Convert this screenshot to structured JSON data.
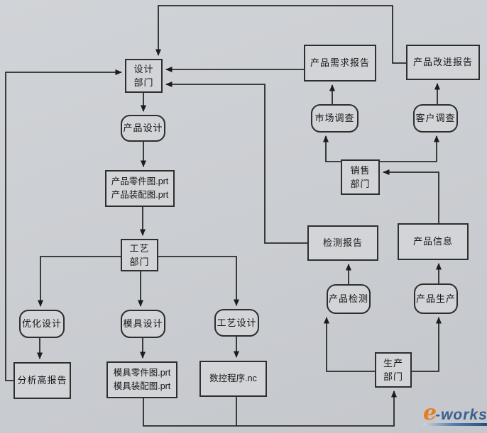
{
  "diagram": {
    "title_hint": "PDM/CAD product development flow diagram (scanned)",
    "accent_colors": {
      "line": "#2e2e2e",
      "background": "#cbced2",
      "logo_orange": "#e87d1e",
      "logo_blue": "#3c5f8f"
    },
    "nodes": {
      "design_dept": {
        "line1": "设计",
        "line2": "部门"
      },
      "product_design": {
        "label": "产品设计"
      },
      "product_drawings": {
        "line1": "产品零件图.prt",
        "line2": "产品装配图.prt"
      },
      "process_dept": {
        "line1": "工艺",
        "line2": "部门"
      },
      "optimize_design": {
        "label": "优化设计"
      },
      "mold_design": {
        "label": "模具设计"
      },
      "process_design": {
        "label": "工艺设计"
      },
      "analysis_report": {
        "label": "分析高报告"
      },
      "mold_drawings": {
        "line1": "模具零件图.prt",
        "line2": "模具装配图.prt"
      },
      "nc_program": {
        "label": "数控程序.nc"
      },
      "requirement_report": {
        "label": "产品需求报告"
      },
      "improvement_report": {
        "label": "产品改进报告"
      },
      "market_survey": {
        "label": "市场调查"
      },
      "customer_survey": {
        "label": "客户调查"
      },
      "sales_dept": {
        "line1": "销售",
        "line2": "部门"
      },
      "inspection_report": {
        "label": "检测报告"
      },
      "product_info": {
        "label": "产品信息"
      },
      "product_inspection": {
        "label": "产品检测"
      },
      "product_production": {
        "label": "产品生产"
      },
      "production_dept": {
        "line1": "生产",
        "line2": "部门"
      }
    },
    "logo": {
      "e": "e",
      "rest": "-works"
    }
  }
}
